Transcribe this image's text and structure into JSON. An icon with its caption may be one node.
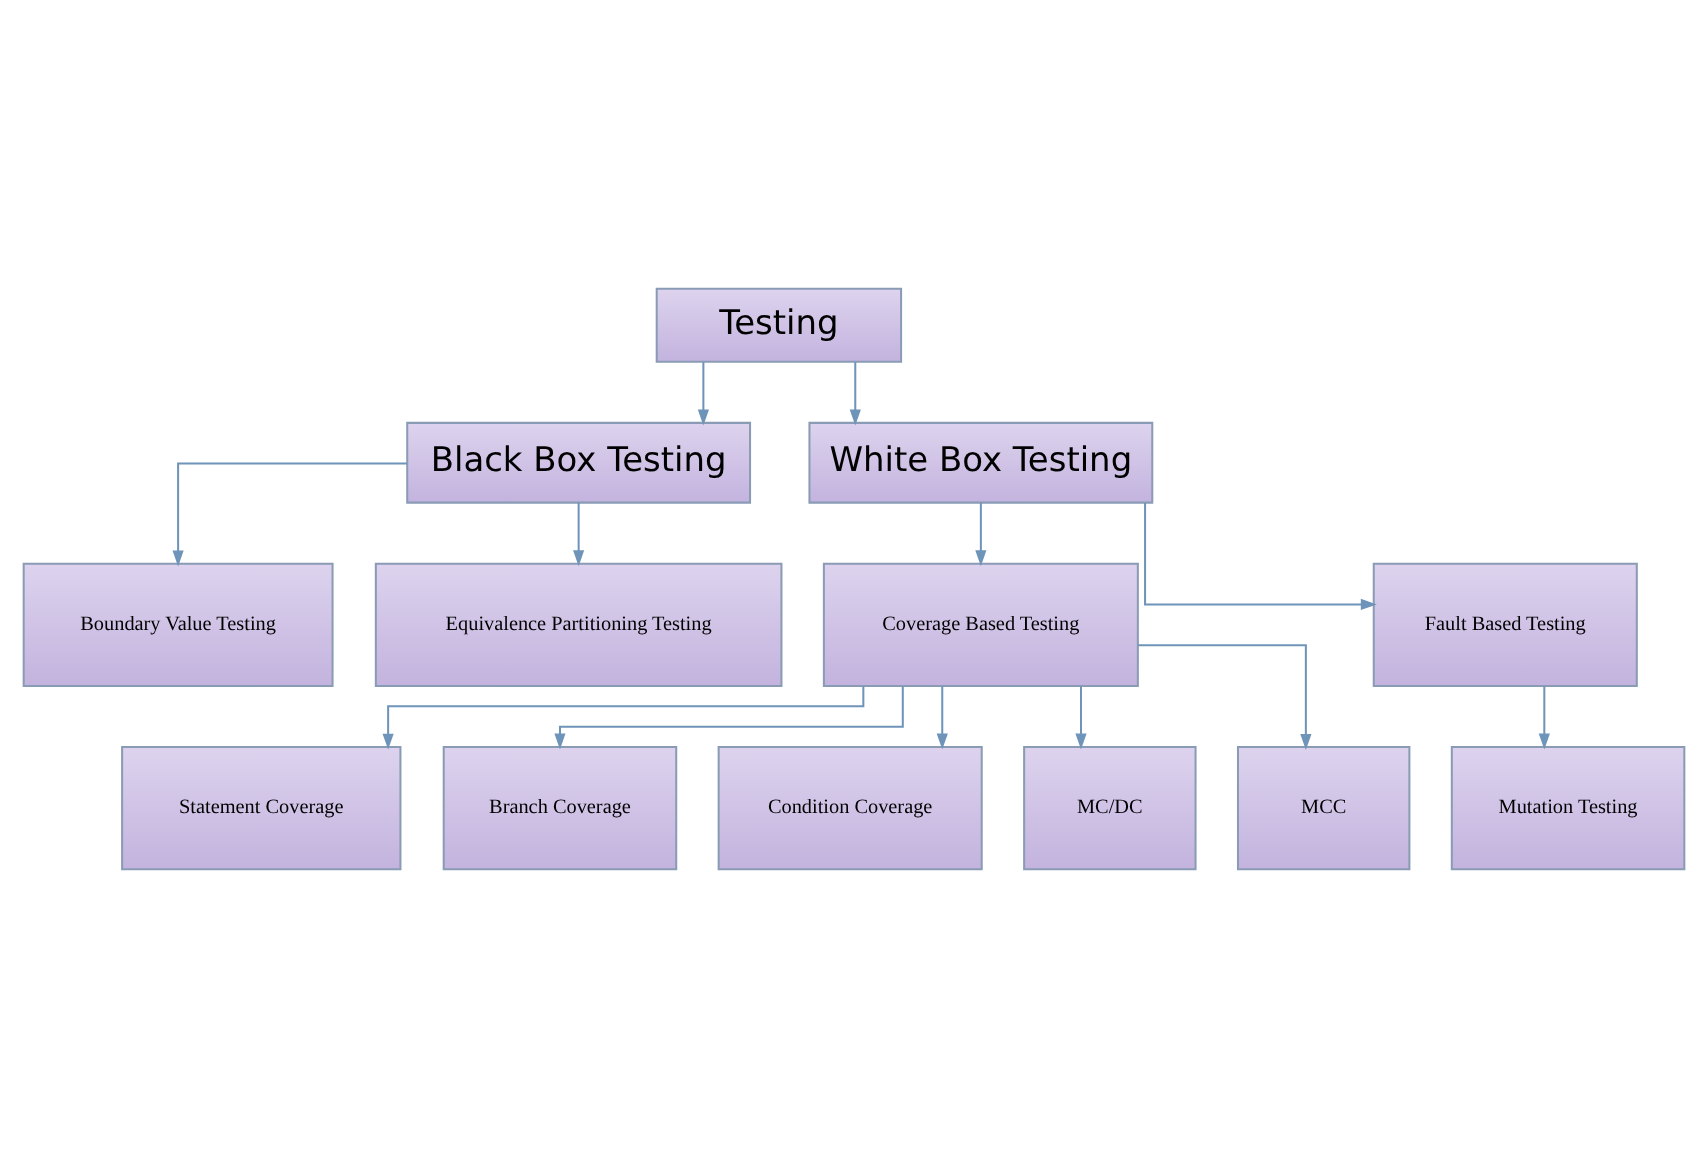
{
  "diagram": {
    "nodes": [
      {
        "text": [
          "Testing"
        ]
      },
      {
        "text": [
          "Black Box Testing"
        ]
      },
      {
        "text": [
          "White Box Testing"
        ]
      },
      {
        "text": [
          "Boundary Value Testing"
        ]
      },
      {
        "text": [
          "Equivalence Partitioning Testing"
        ]
      },
      {
        "text": [
          "Coverage Based Testing"
        ]
      },
      {
        "text": [
          "Fault Based Testing"
        ]
      },
      {
        "text": [
          "Statement Coverage"
        ]
      },
      {
        "text": [
          "Branch Coverage"
        ]
      },
      {
        "text": [
          "Condition Coverage"
        ]
      },
      {
        "text": [
          "MC/DC"
        ]
      },
      {
        "text": [
          "MCC"
        ]
      },
      {
        "text": [
          "Mutation Testing"
        ]
      }
    ],
    "edges": [
      {
        "from": 0,
        "to": 1,
        "arrow": "to"
      },
      {
        "from": 0,
        "to": 2,
        "arrow": "to"
      },
      {
        "from": 1,
        "to": 3,
        "arrow": "to"
      },
      {
        "from": 1,
        "to": 4,
        "arrow": "to"
      },
      {
        "from": 2,
        "to": 5,
        "arrow": "to"
      },
      {
        "from": 2,
        "to": 6,
        "arrow": "to"
      },
      {
        "from": 5,
        "to": 7,
        "arrow": "to"
      },
      {
        "from": 5,
        "to": 8,
        "arrow": "to"
      },
      {
        "from": 5,
        "to": 9,
        "arrow": "to"
      },
      {
        "from": 5,
        "to": 10,
        "arrow": "to"
      },
      {
        "from": 5,
        "to": 11,
        "arrow": "to"
      },
      {
        "from": 6,
        "to": 12,
        "arrow": "to"
      }
    ]
  }
}
